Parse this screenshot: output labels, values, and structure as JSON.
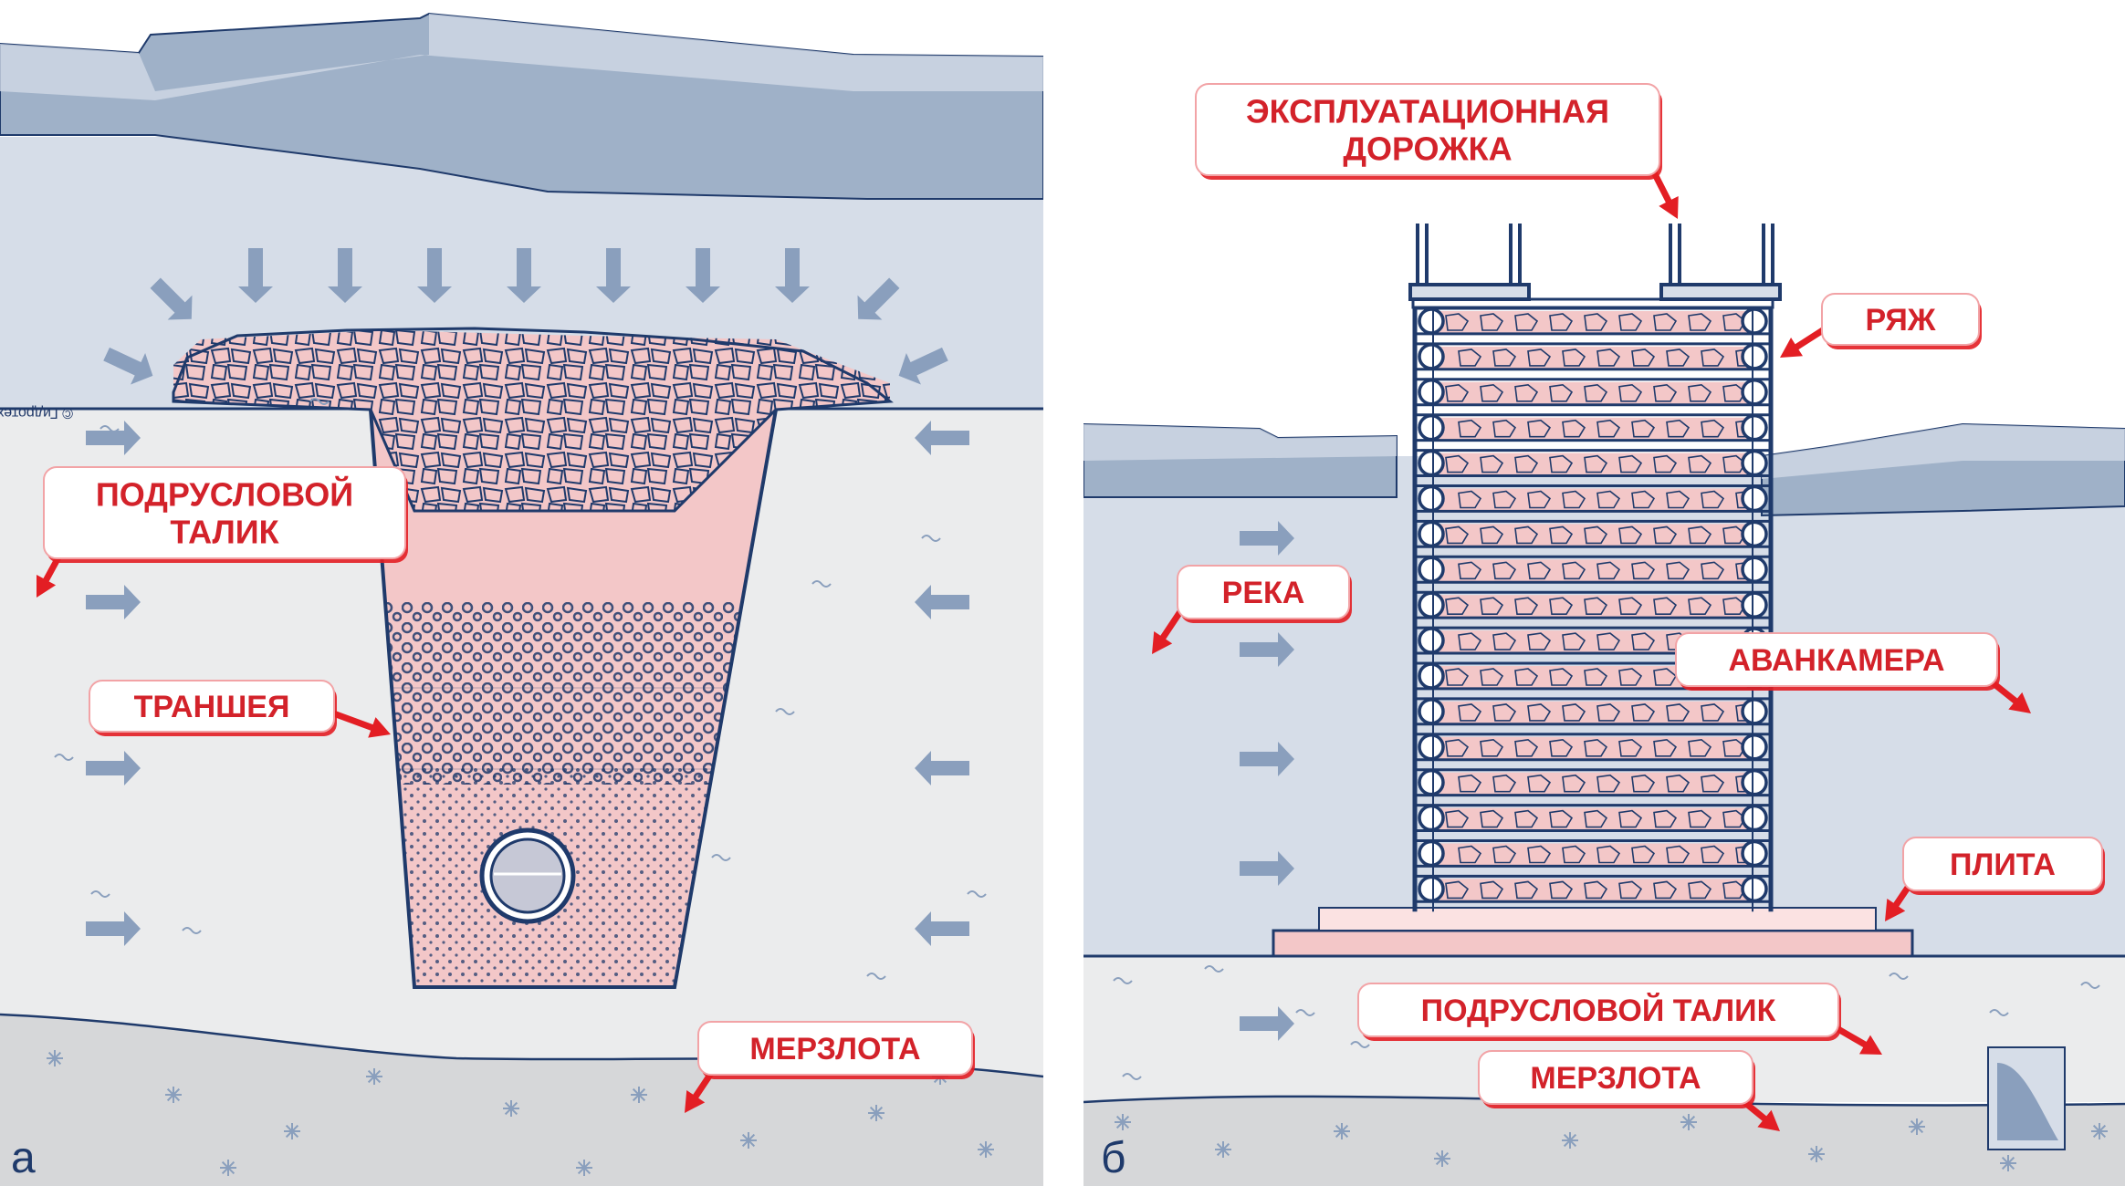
{
  "colors": {
    "ice_dark": "#9fb1c8",
    "ice_light": "#d1dae6",
    "water": "#d6dde8",
    "talik": "#ebeced",
    "permafrost": "#d6d7d9",
    "arrow": "#8a9fbd",
    "pink": "#f3c7c8",
    "navy": "#1f3a6b",
    "label_red": "#d3222a",
    "pointer_red": "#e31e24"
  },
  "panel_a": {
    "letter": "а",
    "watermark": "© Гидротехническое бюро",
    "labels": {
      "talik": [
        "ПОДРУСЛОВОЙ",
        "ТАЛИК"
      ],
      "trench": "ТРАНШЕЯ",
      "permafrost": "МЕРЗЛОТА"
    }
  },
  "panel_b": {
    "letter": "б",
    "labels": {
      "walkway": [
        "ЭКСПЛУАТАЦИОННАЯ",
        "ДОРОЖКА"
      ],
      "crib": "РЯЖ",
      "river": "РЕКА",
      "forebay": "АВАНКАМЕРА",
      "slab": "ПЛИТА",
      "talik": "ПОДРУСЛОВОЙ ТАЛИК",
      "permafrost": "МЕРЗЛОТА"
    }
  }
}
